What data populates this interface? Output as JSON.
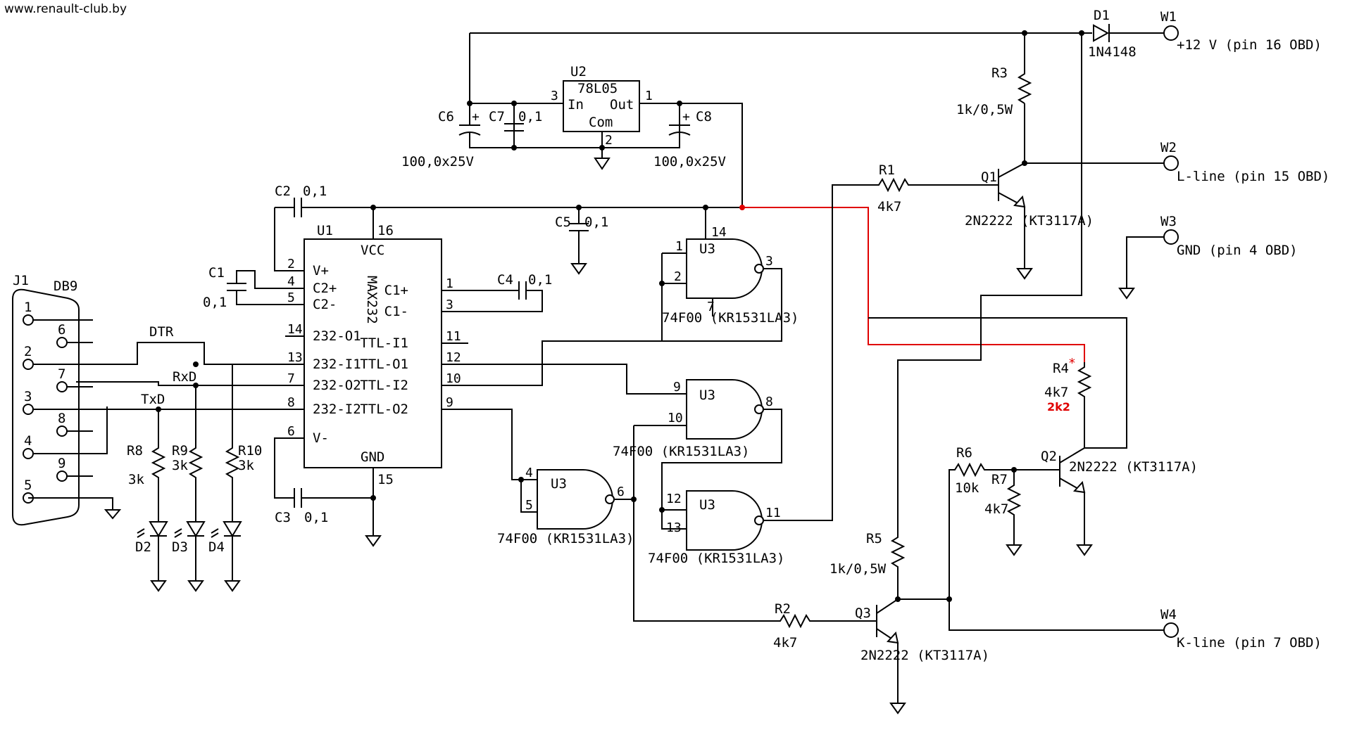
{
  "site": "www.renault-club.by",
  "accent_color": "#e00000",
  "connectors": {
    "w1": {
      "ref": "W1",
      "label": "+12 V (pin 16 OBD)"
    },
    "w2": {
      "ref": "W2",
      "label": "L-line (pin 15 OBD)"
    },
    "w3": {
      "ref": "W3",
      "label": "GND (pin 4 OBD)"
    },
    "w4": {
      "ref": "W4",
      "label": "K-line (pin 7 OBD)"
    }
  },
  "db9": {
    "ref": "J1",
    "name": "DB9",
    "pins": [
      "1",
      "6",
      "2",
      "7",
      "3",
      "8",
      "4",
      "9",
      "5"
    ]
  },
  "signals": {
    "dtr": "DTR",
    "rxd": "RxD",
    "txd": "TxD"
  },
  "regulator": {
    "ref": "U2",
    "type": "78L05",
    "in": "In",
    "out": "Out",
    "com": "Com",
    "pin_in": "3",
    "pin_out": "1",
    "pin_com": "2"
  },
  "max232": {
    "ref": "U1",
    "name": "MAX232",
    "vcc": "VCC",
    "gnd": "GND",
    "pin_vcc": "16",
    "pin_gnd": "15",
    "left_pins": [
      {
        "num": "2",
        "name": "V+"
      },
      {
        "num": "4",
        "name": "C2+"
      },
      {
        "num": "5",
        "name": "C2-"
      },
      {
        "num": "14",
        "name": "232-O1"
      },
      {
        "num": "13",
        "name": "232-I1"
      },
      {
        "num": "7",
        "name": "232-O2"
      },
      {
        "num": "8",
        "name": "232-I2"
      },
      {
        "num": "6",
        "name": "V-"
      }
    ],
    "right_pins": [
      {
        "num": "1",
        "name": "C1+"
      },
      {
        "num": "3",
        "name": "C1-"
      },
      {
        "num": "11",
        "name": "TTL-I1"
      },
      {
        "num": "12",
        "name": "TTL-O1"
      },
      {
        "num": "10",
        "name": "TTL-I2"
      },
      {
        "num": "9",
        "name": "TTL-O2"
      }
    ]
  },
  "capacitors": {
    "c1": {
      "ref": "C1",
      "value": "0,1"
    },
    "c2": {
      "ref": "C2",
      "value": "0,1"
    },
    "c3": {
      "ref": "C3",
      "value": "0,1"
    },
    "c4": {
      "ref": "C4",
      "value": "0,1"
    },
    "c5": {
      "ref": "C5",
      "value": "0,1"
    },
    "c6": {
      "ref": "C6",
      "value": "100,0x25V"
    },
    "c7": {
      "ref": "C7",
      "value": "0,1"
    },
    "c8": {
      "ref": "C8",
      "value": "100,0x25V"
    }
  },
  "resistors": {
    "r1": {
      "ref": "R1",
      "value": "4k7"
    },
    "r2": {
      "ref": "R2",
      "value": "4k7"
    },
    "r3": {
      "ref": "R3",
      "value": "1k/0,5W"
    },
    "r4": {
      "ref": "R4",
      "star": "*",
      "value": "4k7",
      "alt_value": "2k2"
    },
    "r5": {
      "ref": "R5",
      "value": "1k/0,5W"
    },
    "r6": {
      "ref": "R6",
      "value": "10k"
    },
    "r7": {
      "ref": "R7",
      "value": "4k7"
    },
    "r8": {
      "ref": "R8",
      "value": "3k"
    },
    "r9": {
      "ref": "R9",
      "value": "3k"
    },
    "r10": {
      "ref": "R10",
      "value": "3k"
    }
  },
  "diodes": {
    "d1": {
      "ref": "D1",
      "type": "1N4148"
    },
    "d2": "D2",
    "d3": "D3",
    "d4": "D4"
  },
  "transistors": {
    "q1": {
      "ref": "Q1",
      "type": "2N2222 (KT3117A)"
    },
    "q2": {
      "ref": "Q2",
      "type": "2N2222 (KT3117A)"
    },
    "q3": {
      "ref": "Q3",
      "type": "2N2222 (KT3117A)"
    }
  },
  "gates": {
    "ref": "U3",
    "type": "74F00 (KR1531LA3)",
    "g1": {
      "in_a": "1",
      "in_b": "2",
      "out": "3",
      "vcc": "14",
      "gnd": "7"
    },
    "g2": {
      "in_a": "9",
      "in_b": "10",
      "out": "8"
    },
    "g3": {
      "in_a": "4",
      "in_b": "5",
      "out": "6"
    },
    "g4": {
      "in_a": "12",
      "in_b": "13",
      "out": "11"
    }
  }
}
